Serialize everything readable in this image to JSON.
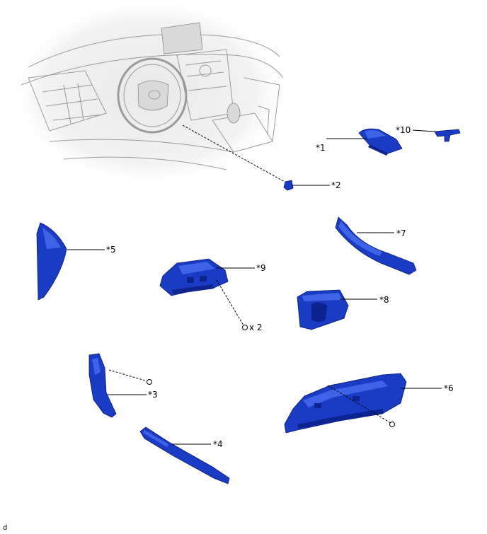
{
  "diagram": {
    "callouts": {
      "c1": "*1",
      "c2": "*2",
      "c3": "*3",
      "c4": "*4",
      "c5": "*5",
      "c6": "*6",
      "c7": "*7",
      "c8": "*8",
      "c9": "*9",
      "c10": "*10"
    },
    "quantity_note": "x 2",
    "corner_mark": "d"
  },
  "colors": {
    "part_fill": "#1a3bc4",
    "leader_line": "#000000",
    "background": "#ffffff"
  }
}
